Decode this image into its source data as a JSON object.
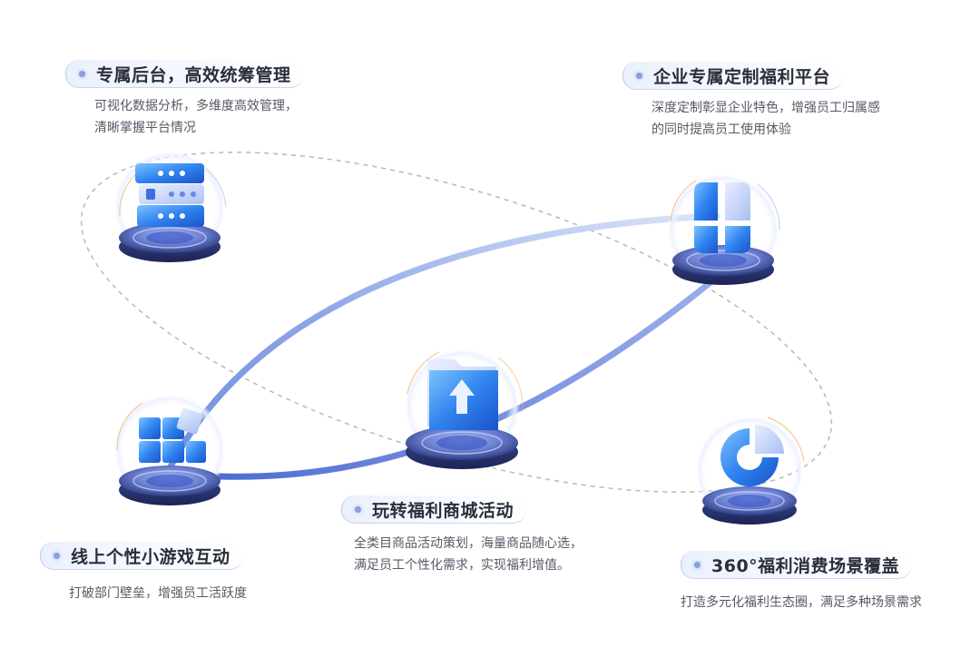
{
  "features": [
    {
      "id": "backend",
      "title": "专属后台，高效统筹管理",
      "desc": [
        "可视化数据分析，多维度高效管理，",
        "清晰掌握平台情况"
      ],
      "icon": "server-icon"
    },
    {
      "id": "platform",
      "title": "企业专属定制福利平台",
      "desc": [
        "深度定制彰显企业特色，增强员工归属感",
        "的同时提高员工使用体验"
      ],
      "icon": "clover-blocks-icon"
    },
    {
      "id": "mall",
      "title": "玩转福利商城活动",
      "desc": [
        "全类目商品活动策划，海量商品随心选，",
        "满足员工个性化需求，实现福利增值。"
      ],
      "icon": "folder-upload-icon"
    },
    {
      "id": "games",
      "title": "线上个性小游戏互动",
      "desc": [
        "打破部门壁垒，增强员工活跃度"
      ],
      "icon": "cube-blocks-icon"
    },
    {
      "id": "coverage",
      "title": "360°福利消费场景覆盖",
      "desc": [
        "打造多元化福利生态圈，满足多种场景需求"
      ],
      "icon": "pie-ring-icon"
    }
  ],
  "colors": {
    "accent": "#3f6fe0",
    "ribbon": "#9fb4e8",
    "orbit": "#b5b5b5",
    "platform_dark": "#2b3a7a",
    "platform_light": "#c9d3f2",
    "halo": "#f4b36b"
  }
}
